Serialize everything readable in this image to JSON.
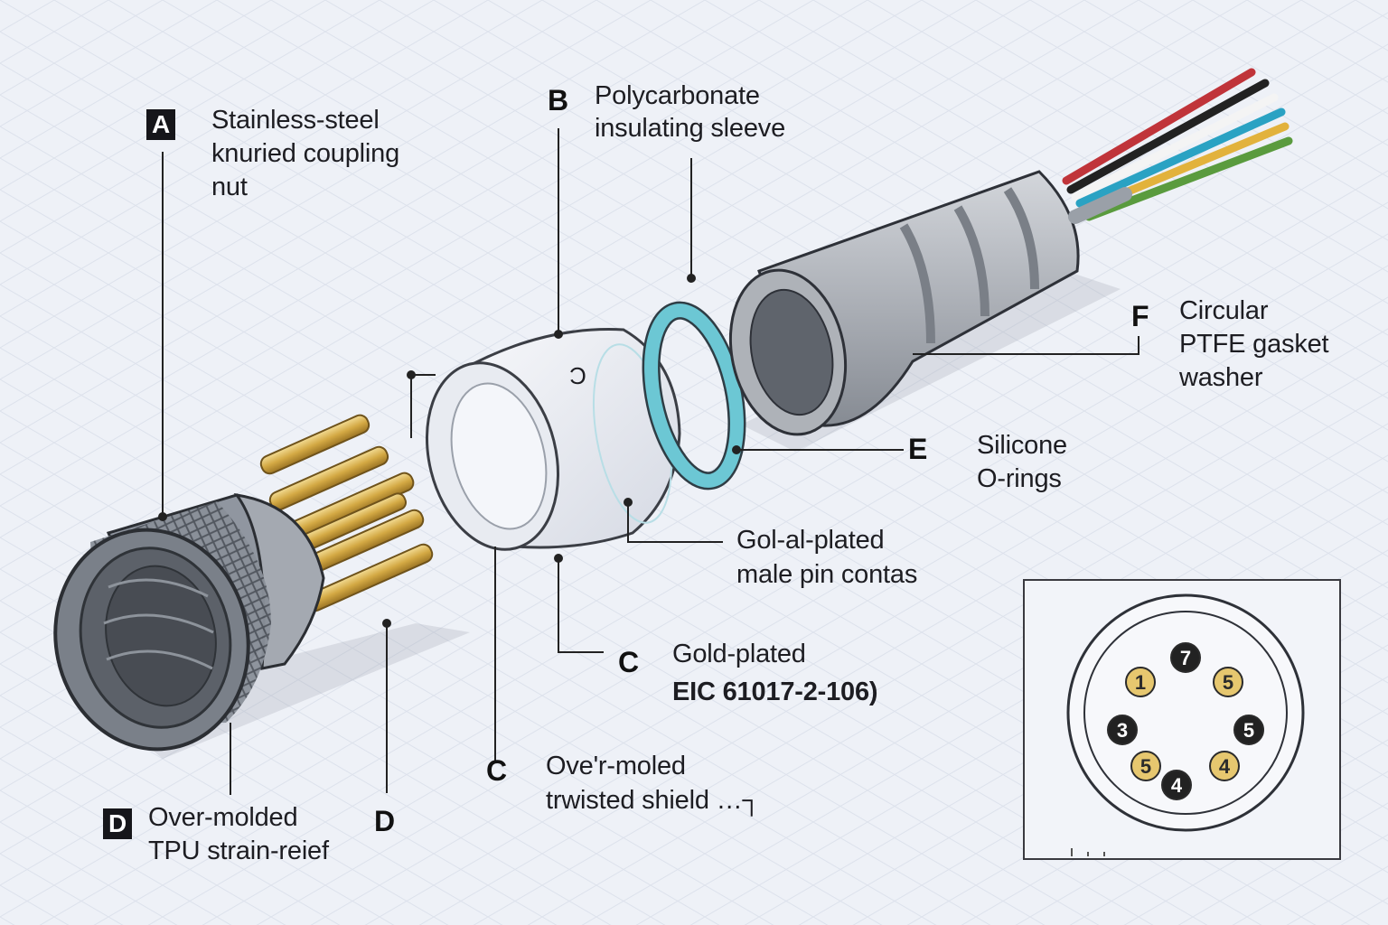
{
  "labels": {
    "A": {
      "tag": "A",
      "lines": [
        "Stainless-steel",
        "knuried coupling",
        "nut"
      ]
    },
    "B": {
      "tag": "B",
      "lines": [
        "Polycarbonate",
        "insulating sleeve"
      ]
    },
    "F": {
      "tag": "F",
      "lines": [
        "Circular",
        "PTFE gasket",
        "washer"
      ]
    },
    "E": {
      "tag": "E",
      "lines": [
        "Silicone",
        "O-rings"
      ]
    },
    "gold_male": {
      "lines": [
        "Gol-al-plated",
        "male pin contas"
      ]
    },
    "C1": {
      "tag": "C",
      "lines": [
        "Gold-plated",
        "EIC 61017-2-106)"
      ]
    },
    "C2": {
      "tag": "C",
      "lines": [
        "Ove'r-moled",
        "trwisted shield …┐"
      ]
    },
    "D1": {
      "tag": "D",
      "lines": [
        "Over-molded",
        "TPU strain-reief"
      ]
    },
    "D2": {
      "tag": "D"
    },
    "sleeve_mark": "Ɔ"
  },
  "pinout": {
    "pins": [
      {
        "num": "7",
        "style": "dark"
      },
      {
        "num": "1",
        "style": "gold"
      },
      {
        "num": "5",
        "style": "gold"
      },
      {
        "num": "3",
        "style": "dark"
      },
      {
        "num": "5",
        "style": "dark"
      },
      {
        "num": "5",
        "style": "gold"
      },
      {
        "num": "4",
        "style": "gold"
      },
      {
        "num": "4",
        "style": "dark"
      }
    ]
  },
  "colors": {
    "background": "#eef1f7",
    "gold": "#d7b25a",
    "oring": "#5cc3d0",
    "steel": "#7d838c",
    "boot": "#b9bcc2"
  }
}
